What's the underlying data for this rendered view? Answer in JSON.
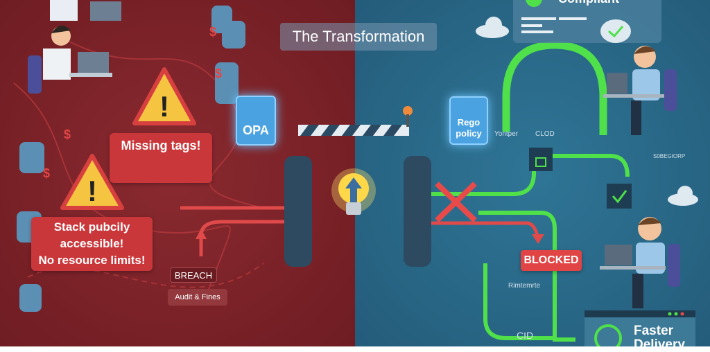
{
  "title": "The Transformation",
  "left": {
    "alerts": {
      "missing_tags": "Missing tags!",
      "stack_line1": "Stack pubcily",
      "stack_line2": "accessible!",
      "stack_line3": "No resource limits!"
    },
    "breach": "BREACH",
    "audit": "Audit & Fines",
    "opa": "OPA"
  },
  "right": {
    "compliant": "Compliant",
    "rego_line1": "Rego",
    "rego_line2": "policy",
    "label_yontper": "Yontper",
    "label_clod": "CLOD",
    "label_side": "S0BEGIORP",
    "blocked": "BLOCKED",
    "label_rimtemrte": "Rimtemrte",
    "cid": "CID",
    "faster_line1": "Faster",
    "faster_line2": "Delivery"
  },
  "colors": {
    "left_bg": "#7a2228",
    "right_bg": "#2a6888",
    "alert_red": "#c9373a",
    "ok_green": "#4fe04a",
    "warning_yellow": "#f5c542"
  }
}
